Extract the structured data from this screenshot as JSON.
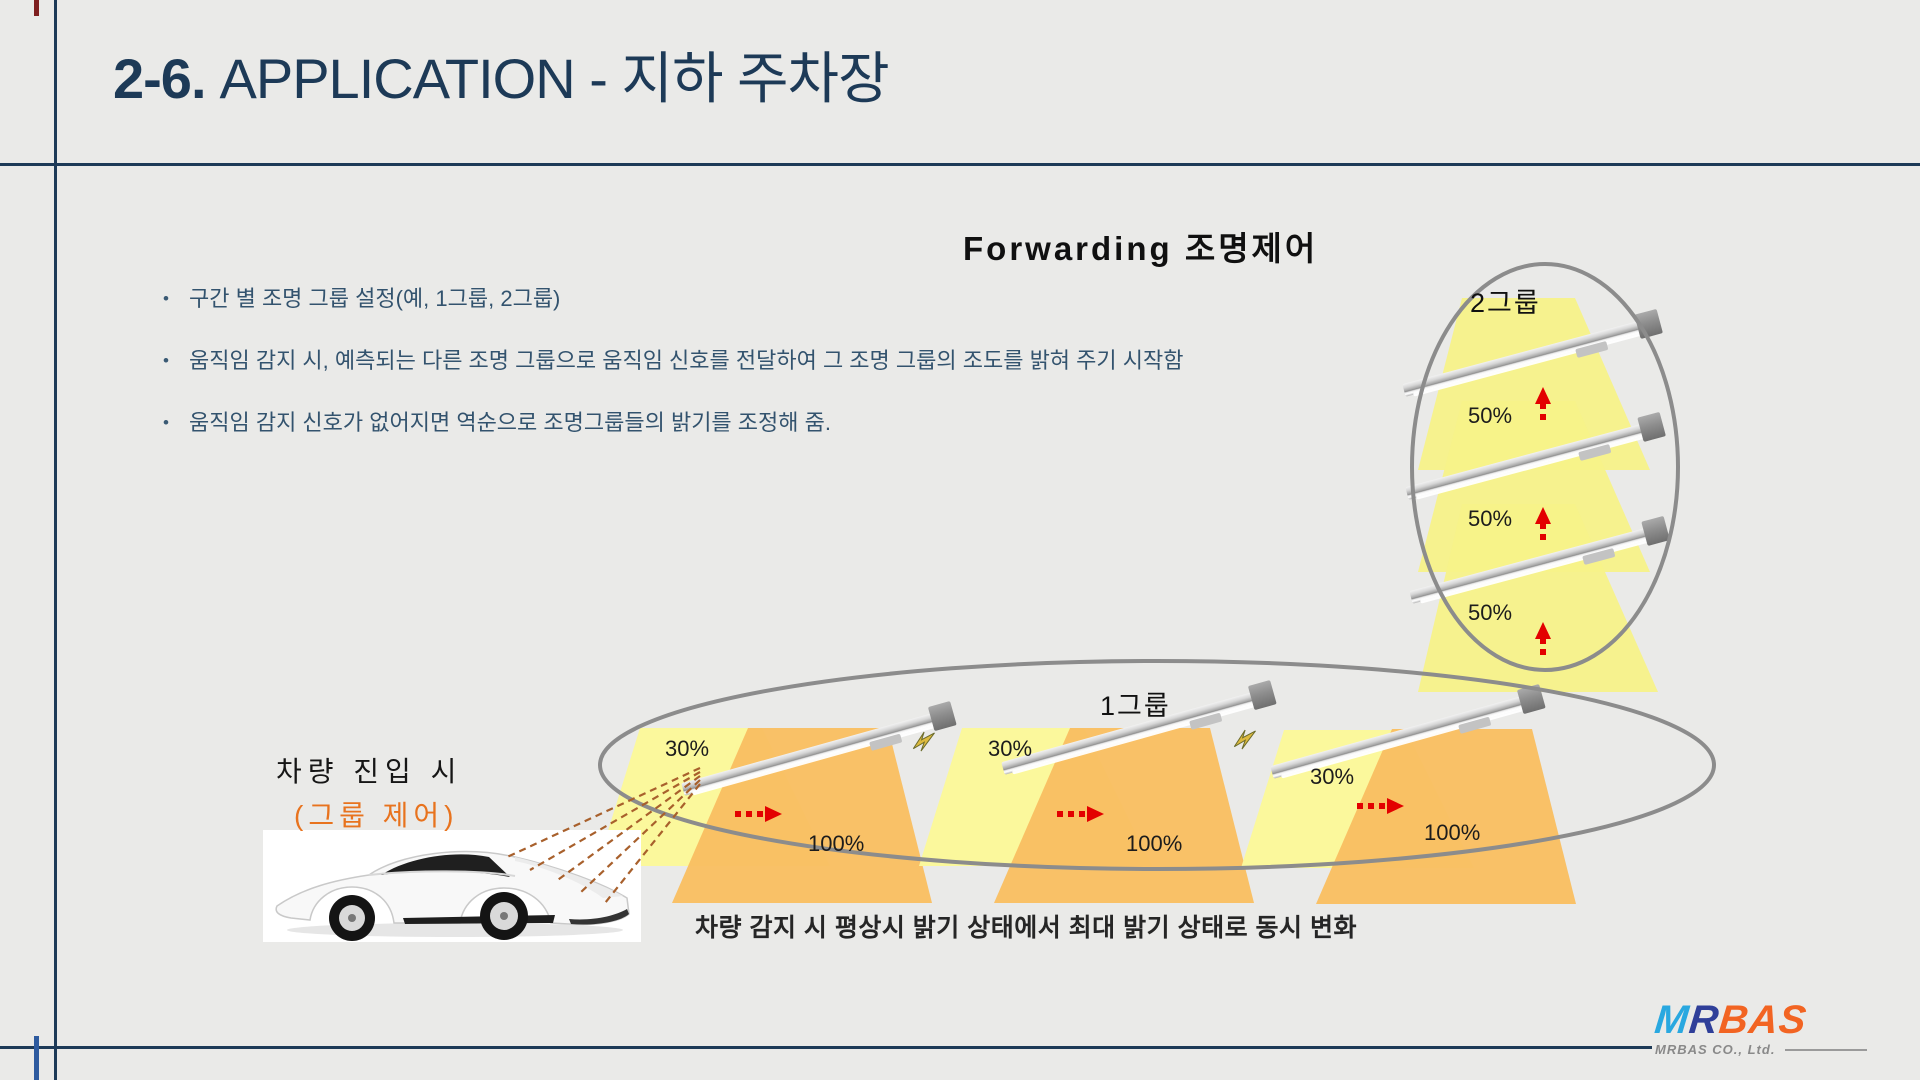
{
  "slide": {
    "title_number": "2-6.",
    "title_rest": "APPLICATION - 지하 주차장",
    "bullet_char": "•",
    "bullets": [
      "구간 별 조명 그룹 설정(예, 1그룹, 2그룹)",
      "움직임 감지 시, 예측되는 다른 조명 그룹으로 움직임 신호를 전달하여 그 조명 그룹의 조도를 밝혀 주기 시작함",
      "움직임 감지 신호가 없어지면 역순으로 조명그룹들의 밝기를 조정해 줌."
    ],
    "diagram_title": "Forwarding  조명제어",
    "caption": "차량 감지 시 평상시 밝기 상태에서 최대 밝기 상태로 동시 변화"
  },
  "group2": {
    "label": "2그룹",
    "lights": [
      {
        "dim": "50%"
      },
      {
        "dim": "50%"
      },
      {
        "dim": "50%"
      }
    ]
  },
  "group1": {
    "label": "1그룹",
    "units": [
      {
        "dim": "30%",
        "max": "100%"
      },
      {
        "dim": "30%",
        "max": "100%"
      },
      {
        "dim": "30%",
        "max": "100%"
      }
    ]
  },
  "car": {
    "label_line1": "차량 진입 시",
    "label_line2": "(그룹 제어)"
  },
  "logo": {
    "part1": "M",
    "part2": "R",
    "part3": "BAS",
    "subtext": "MRBAS CO., Ltd."
  },
  "icons": {
    "up_arrow": "dashed-up-arrow",
    "right_arrow": "dashed-right-arrow",
    "lightning": "lightning-bolt",
    "sensor_lines": "dashed-detection-lines"
  },
  "colors": {
    "navy": "#1D3A57",
    "bullet": "#33536E",
    "ellipse": "#8C8C8C",
    "beam_yellow": "#FBF89C",
    "beam_orange": "#F9BE62",
    "g2_beam": "#F7F289",
    "arrow_red": "#E30000",
    "label_orange": "#E8731E",
    "logo_blue": "#29A8E0",
    "logo_navy": "#2F3F99",
    "logo_orange": "#F26422"
  }
}
